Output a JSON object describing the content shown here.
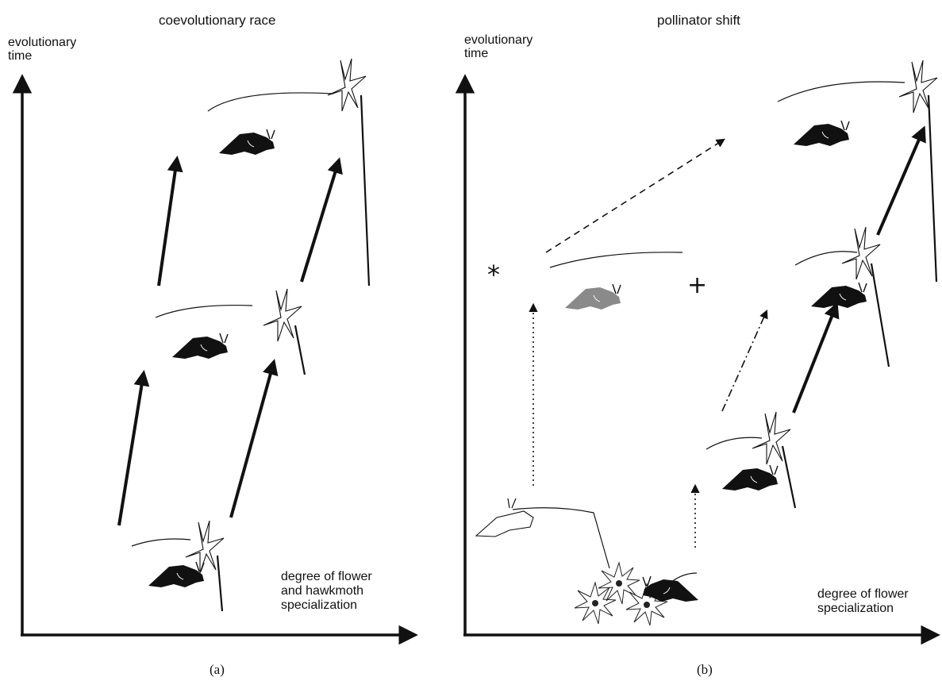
{
  "panel_a": {
    "title": "coevolutionary race",
    "y_axis_label_line1": "evolutionary",
    "y_axis_label_line2": "time",
    "x_axis_label_line1": "degree of flower",
    "x_axis_label_line2": "and hawkmoth",
    "x_axis_label_line3": "specialization",
    "caption": "(a)"
  },
  "panel_b": {
    "title": "pollinator shift",
    "y_axis_label_line1": "evolutionary",
    "y_axis_label_line2": "time",
    "x_axis_label_line1": "degree of flower",
    "x_axis_label_line2": "specialization",
    "caption": "(b)",
    "asterisk": "*",
    "plus": "+"
  },
  "colors": {
    "ink": "#111111",
    "moth_dark": "#111111",
    "moth_grey": "#8a8a8a",
    "flower": "#ffffff"
  },
  "icons": [
    "hawkmoth-icon",
    "orchid-flower-icon",
    "spiky-flower-icon",
    "pale-moth-icon"
  ]
}
